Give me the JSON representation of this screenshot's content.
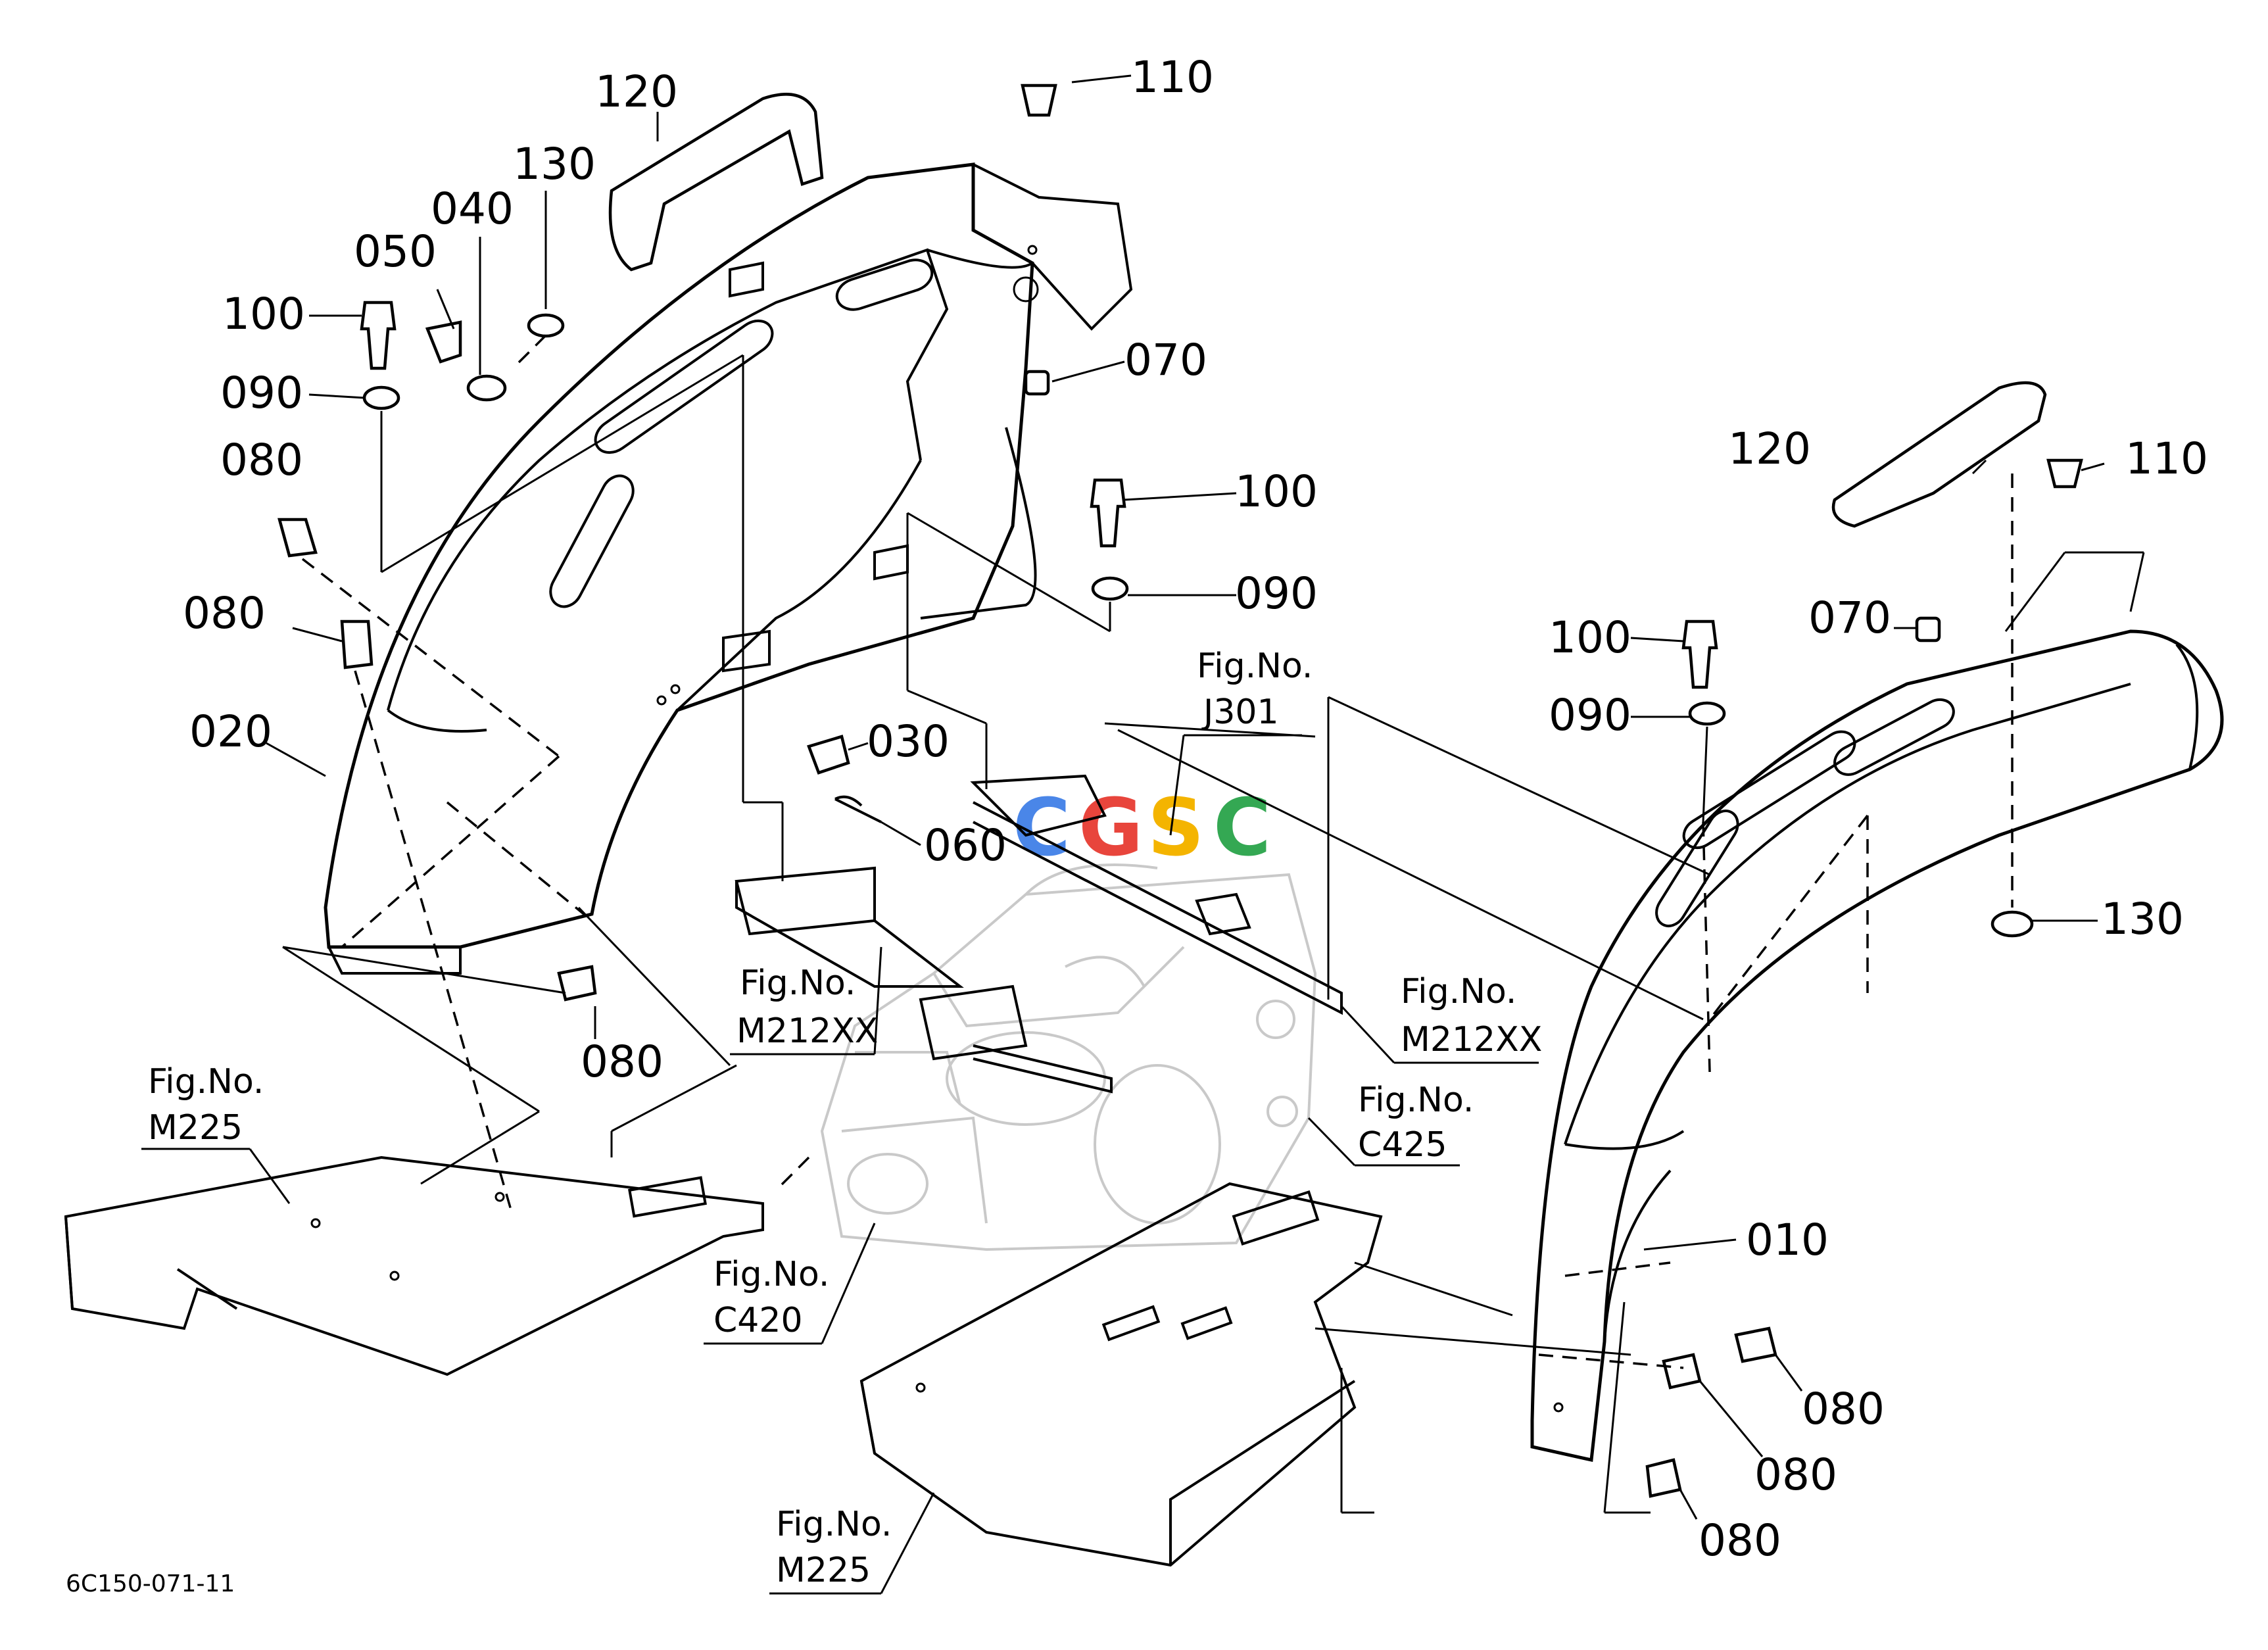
{
  "document": {
    "code": "6C150-071-11"
  },
  "watermark": {
    "letters": [
      "C",
      "G",
      "S",
      "C"
    ],
    "colors": [
      "#4a86e8",
      "#e8453c",
      "#f4b400",
      "#34a853"
    ]
  },
  "part_labels": {
    "p010": "010",
    "p020": "020",
    "p030": "030",
    "p040": "040",
    "p050": "050",
    "p060": "060",
    "p070_left": "070",
    "p070_right": "070",
    "p080_a": "080",
    "p080_b": "080",
    "p080_c": "080",
    "p080_d": "080",
    "p080_e": "080",
    "p080_f": "080",
    "p090_a": "090",
    "p090_b": "090",
    "p090_c": "090",
    "p100_a": "100",
    "p100_b": "100",
    "p100_c": "100",
    "p110_left": "110",
    "p110_right": "110",
    "p120_left": "120",
    "p120_right": "120",
    "p130_left": "130",
    "p130_right": "130"
  },
  "figure_refs": {
    "fig_prefix": "Fig.No.",
    "j301": "J301",
    "m212_left": "M212XX",
    "m212_right": "M212XX",
    "c425": "C425",
    "c420": "C420",
    "m225_left": "M225",
    "m225_bottom": "M225"
  }
}
